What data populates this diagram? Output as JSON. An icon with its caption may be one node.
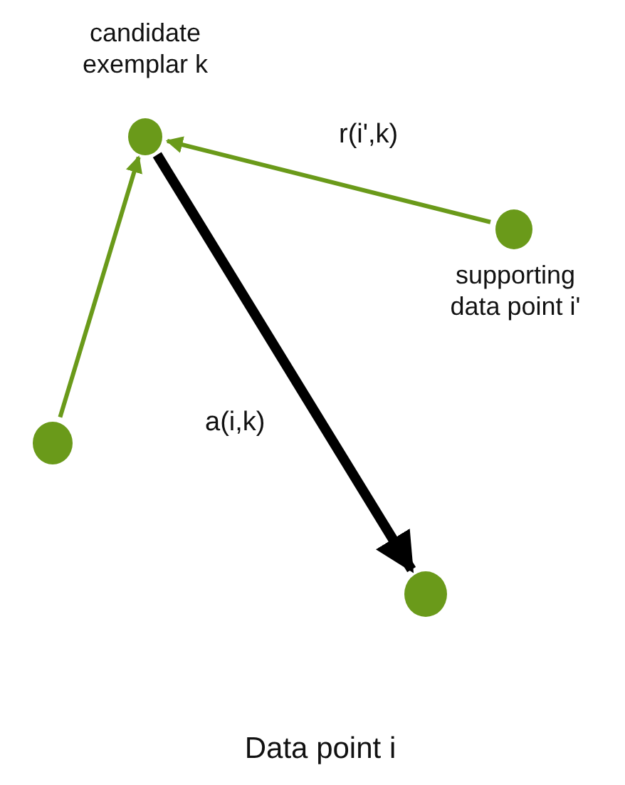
{
  "diagram": {
    "nodes": [
      {
        "text": [
          "candidate exemplar k"
        ]
      },
      {
        "text": [
          "supporting data point i'"
        ]
      },
      {
        "text": [],
        "shape": "circle"
      },
      {
        "text": [
          "Data point i"
        ]
      }
    ],
    "edges": [
      {
        "from": 1,
        "to": 0,
        "arrow": "to",
        "label": "r(i',k)"
      },
      {
        "from": 2,
        "to": 0,
        "arrow": "to"
      },
      {
        "from": 0,
        "to": 3,
        "arrow": "to",
        "label": "a(i,k)",
        "style": "thick",
        "color": "#000000"
      }
    ]
  }
}
